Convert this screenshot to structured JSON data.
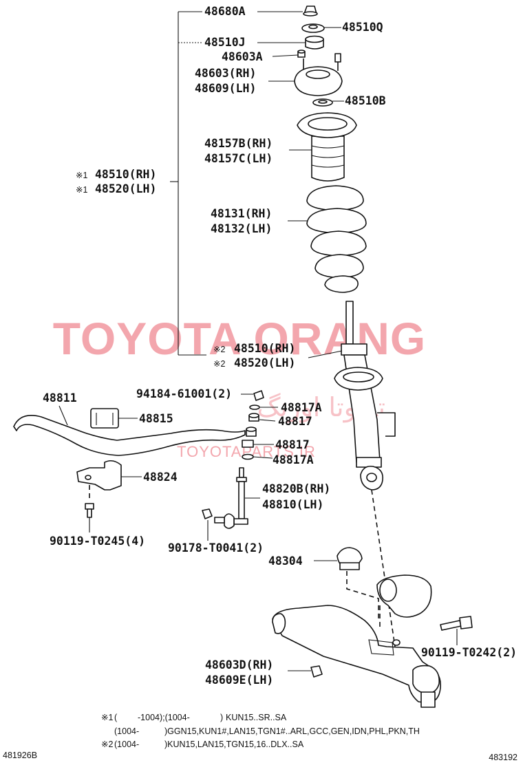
{
  "watermark": {
    "main": "TOYOTA ORANG",
    "persian": "تویوتا اورنگ",
    "sub": "TOYOTAPARTS.IR"
  },
  "labels": {
    "p48680A": "48680A",
    "p48510Q": "48510Q",
    "p48510J": "48510J",
    "p48603A": "48603A",
    "p48603_rh": "48603(RH)",
    "p48609_lh": "48609(LH)",
    "p48510B": "48510B",
    "p48157B_rh": "48157B(RH)",
    "p48157C_lh": "48157C(LH)",
    "g1_mark_a": "※1",
    "g1_48510_rh": "48510(RH)",
    "g1_mark_b": "※1",
    "g1_48520_lh": "48520(LH)",
    "p48131_rh": "48131(RH)",
    "p48132_lh": "48132(LH)",
    "g2_mark_a": "※2",
    "g2_48510_rh": "48510(RH)",
    "g2_mark_b": "※2",
    "g2_48520_lh": "48520(LH)",
    "p48811": "48811",
    "p48815": "48815",
    "p94184": "94184-61001(2)",
    "p48817A_top": "48817A",
    "p48817_top": "48817",
    "p48817_bot": "48817",
    "p48817A_bot": "48817A",
    "p48824": "48824",
    "p48820B_rh": "48820B(RH)",
    "p48810_lh": "48810(LH)",
    "p90119_T0245": "90119-T0245(4)",
    "p90178_T0041": "90178-T0041(2)",
    "p48304": "48304",
    "p90119_T0242": "90119-T0242(2)",
    "p48603D_rh": "48603D(RH)",
    "p48609E_lh": "48609E(LH)"
  },
  "notes": {
    "note1_mark": "※1",
    "note1_open": "(",
    "note1_range": "-1004);(1004-",
    "note1_close": ")",
    "note1_models": "KUN15..SR..SA",
    "note1_line2_range": "(1004-",
    "note1_line2_models": ")GGN15,KUN1#,LAN15,TGN1#..ARL,GCC,GEN,IDN,PHL,PKN,TH",
    "note2_mark": "※2",
    "note2_range": "(1004-",
    "note2_models": ")KUN15,LAN15,TGN15,16..DLX..SA"
  },
  "footer": {
    "illustration_id": "481926B",
    "page_code": "483192"
  }
}
